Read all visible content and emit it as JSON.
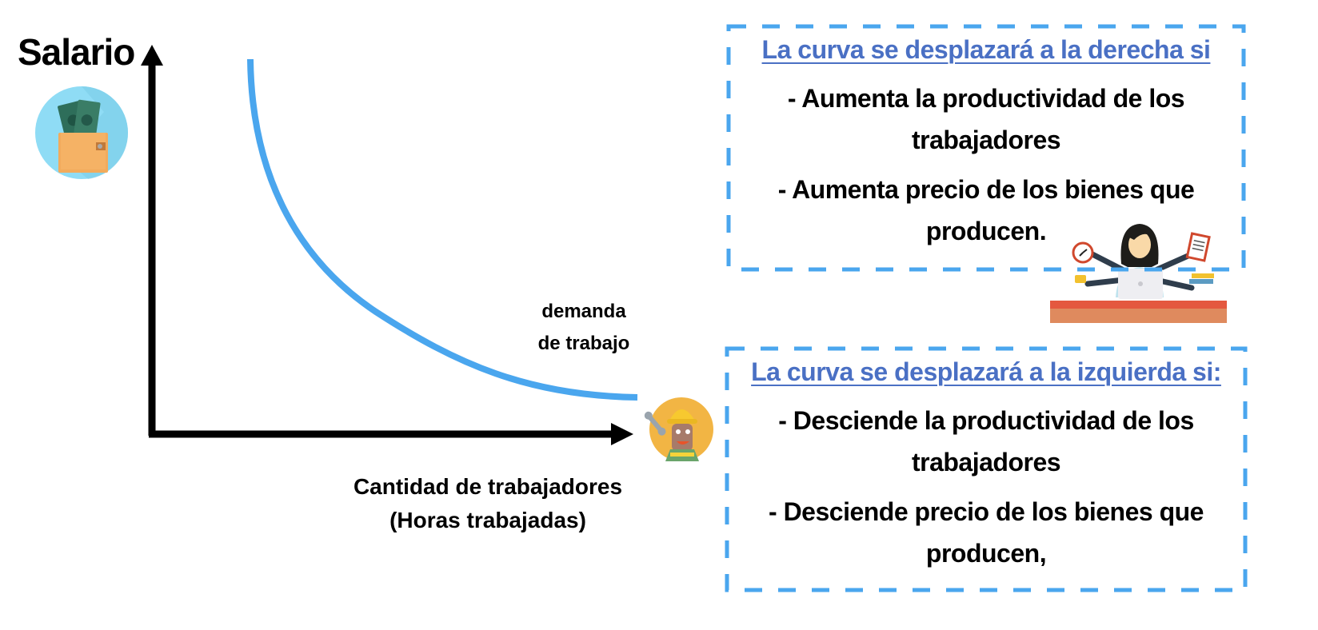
{
  "axes": {
    "y_label": "Salario",
    "x_label_line1": "Cantidad de trabajadores",
    "x_label_line2": "(Horas trabajadas)"
  },
  "curve": {
    "label_line1": "demanda",
    "label_line2": "de trabajo",
    "color": "#4aa6ee"
  },
  "icons": {
    "wallet": "wallet-money-icon",
    "worker": "construction-worker-icon",
    "multitask_woman": "multitasking-woman-icon"
  },
  "box_right": {
    "title": "La curva se desplazará a la derecha si",
    "items": [
      {
        "line1": "- Aumenta la productividad de los",
        "line2": "trabajadores"
      },
      {
        "line1": "- Aumenta precio de los bienes que",
        "line2": "producen."
      }
    ]
  },
  "box_left": {
    "title": "La curva se desplazará a la izquierda si:",
    "items": [
      {
        "line1": "- Desciende la productividad de los",
        "line2": "trabajadores"
      },
      {
        "line1": "- Desciende precio de los bienes que",
        "line2": "producen,"
      }
    ]
  },
  "colors": {
    "accent_blue": "#4aa6ee",
    "title_blue": "#4a70c4",
    "axis": "#000000"
  }
}
